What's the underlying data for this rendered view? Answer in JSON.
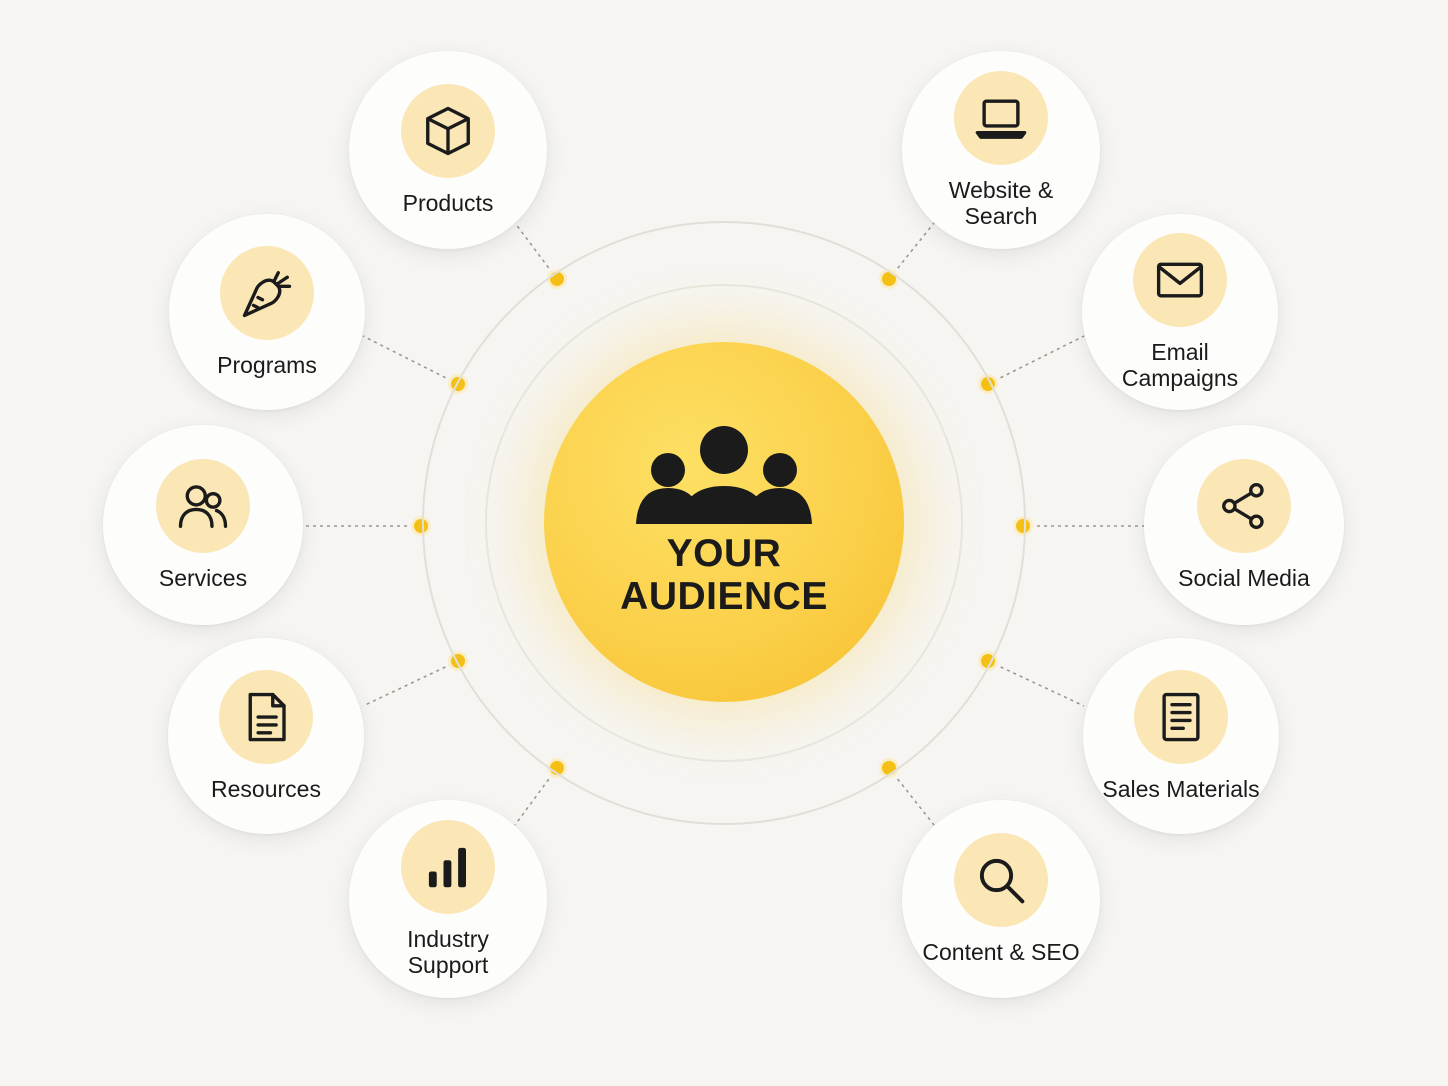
{
  "hub": {
    "title": "YOUR\nAUDIENCE",
    "icon": "audience-group-icon"
  },
  "colors": {
    "accent": "#f9c93a",
    "icon_disc": "#fbe7b6",
    "dot": "#f5c016",
    "background": "#f6f5f2"
  },
  "nodes": [
    {
      "id": "products",
      "label": "Products",
      "icon": "box-icon"
    },
    {
      "id": "programs",
      "label": "Programs",
      "icon": "carrot-icon"
    },
    {
      "id": "services",
      "label": "Services",
      "icon": "people-icon"
    },
    {
      "id": "resources",
      "label": "Resources",
      "icon": "document-icon"
    },
    {
      "id": "industry-support",
      "label": "Industry\nSupport",
      "icon": "bar-chart-icon"
    },
    {
      "id": "website-search",
      "label": "Website &\nSearch",
      "icon": "laptop-icon"
    },
    {
      "id": "email-campaigns",
      "label": "Email\nCampaigns",
      "icon": "envelope-icon"
    },
    {
      "id": "social-media",
      "label": "Social Media",
      "icon": "share-icon"
    },
    {
      "id": "sales-materials",
      "label": "Sales Materials",
      "icon": "sales-document-icon"
    },
    {
      "id": "content-seo",
      "label": "Content & SEO",
      "icon": "magnifier-icon"
    }
  ]
}
